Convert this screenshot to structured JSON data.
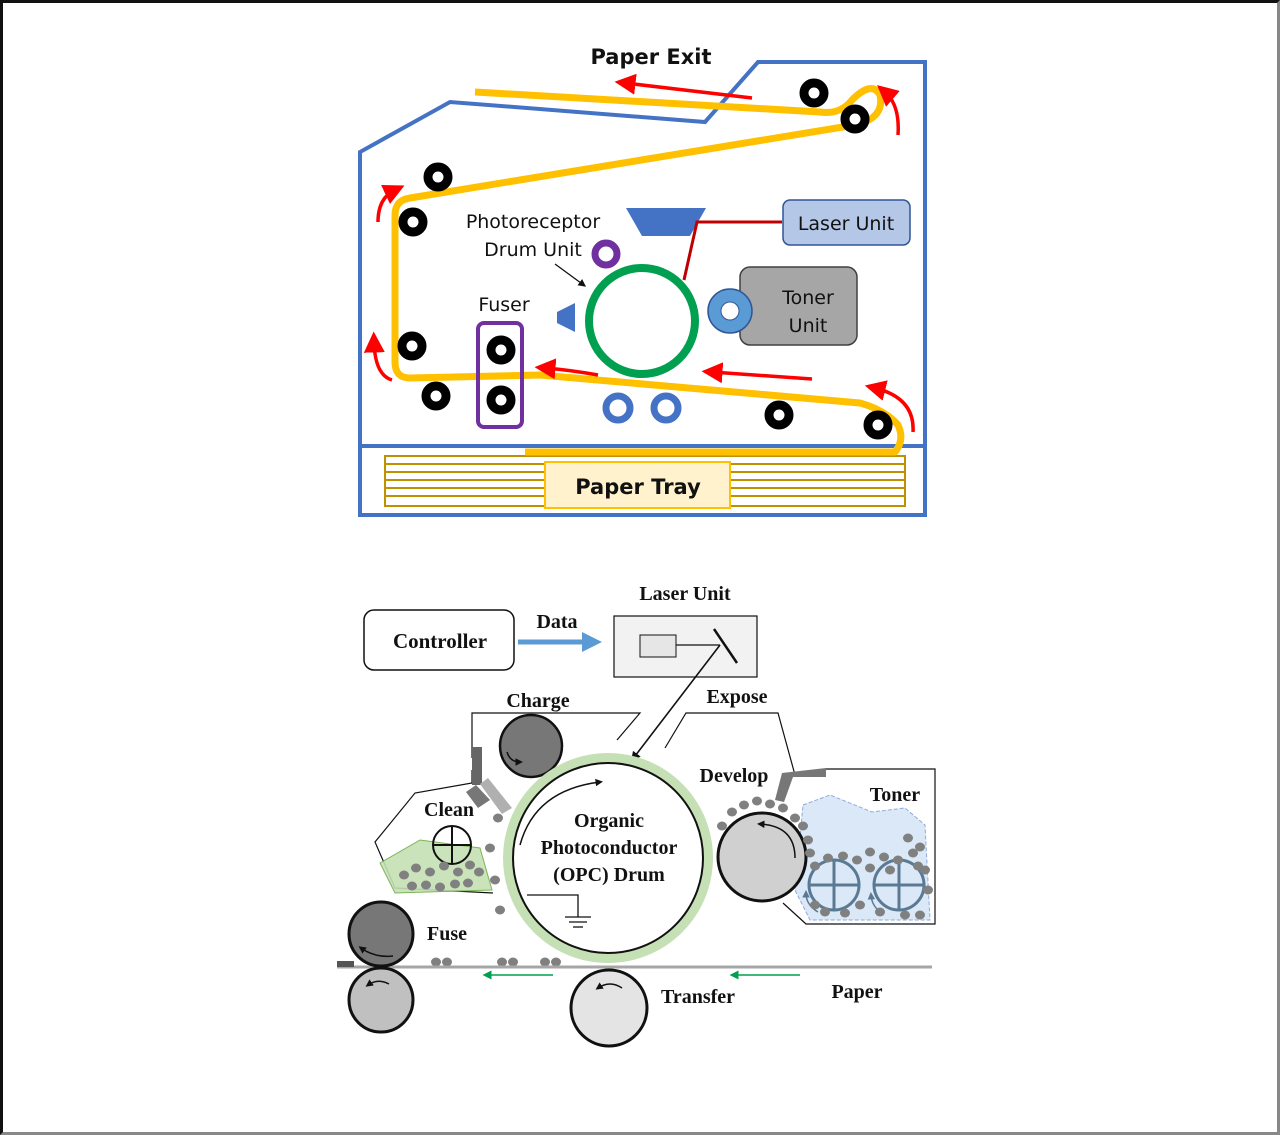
{
  "figure": {
    "top_diagram": {
      "title": "Laser printer paper path",
      "labels": {
        "paper_exit": "Paper Exit",
        "laser_unit": "Laser Unit",
        "photoreceptor_line1": "Photoreceptor",
        "photoreceptor_line2": "Drum Unit",
        "fuser": "Fuser",
        "toner_line1": "Toner",
        "toner_line2": "Unit",
        "paper_tray": "Paper Tray"
      },
      "colors": {
        "housing": "#4472c4",
        "paper_path": "#ffc000",
        "arrow": "#ff0000",
        "laser_line": "#c00000",
        "drum": "#00a050",
        "fuser_box": "#7030a0",
        "laser_box_fill": "#b4c7e7",
        "toner_box_fill": "#a6a6a6",
        "toner_roller": "#5b9bd5",
        "tray_lines": "#bf9000",
        "tray_label_fill": "#fff2cc"
      }
    },
    "bottom_diagram": {
      "title": "Electrophotographic process",
      "labels": {
        "laser_unit": "Laser Unit",
        "controller": "Controller",
        "data": "Data",
        "charge": "Charge",
        "expose": "Expose",
        "develop": "Develop",
        "toner": "Toner",
        "clean": "Clean",
        "drum_line1": "Organic",
        "drum_line2": "Photoconductor",
        "drum_line3": "(OPC) Drum",
        "fuse": "Fuse",
        "transfer": "Transfer",
        "paper": "Paper"
      },
      "colors": {
        "data_arrow": "#5b9bd5",
        "drum_ring": "#c5e0b4",
        "clean_bin": "#c5e0b4",
        "toner_bin": "#dae8f7",
        "particles": "#808080",
        "paper_arrow": "#00a050"
      }
    }
  }
}
